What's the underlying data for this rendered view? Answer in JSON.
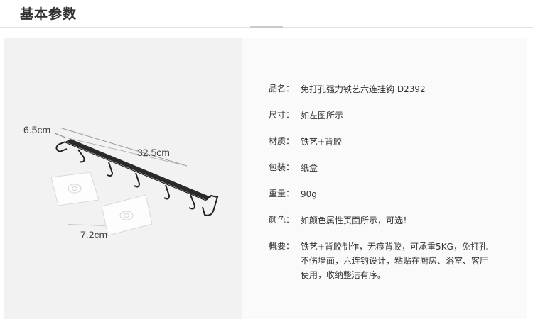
{
  "header": {
    "title": "基本参数"
  },
  "image": {
    "dimensions": {
      "width": "6.5cm",
      "length": "32.5cm",
      "sticker": "7.2cm"
    }
  },
  "specs": [
    {
      "label": "品名：",
      "value": "免打孔强力铁艺六连挂钩 D2392"
    },
    {
      "label": "尺寸：",
      "value": "如左图所示"
    },
    {
      "label": "材质：",
      "value": "铁艺+背胶"
    },
    {
      "label": "包装：",
      "value": "纸盒"
    },
    {
      "label": "重量：",
      "value": "90g"
    },
    {
      "label": "颜色：",
      "value": "如颜色属性页面所示，可选！"
    },
    {
      "label": "概要：",
      "lines": [
        "铁艺+背胶制作，无痕背胶，可承重5KG，免打孔",
        "不伤墙面，六连钩设计，粘贴在厨房、浴室、客厅",
        "使用，收纳整洁有序。"
      ]
    }
  ]
}
